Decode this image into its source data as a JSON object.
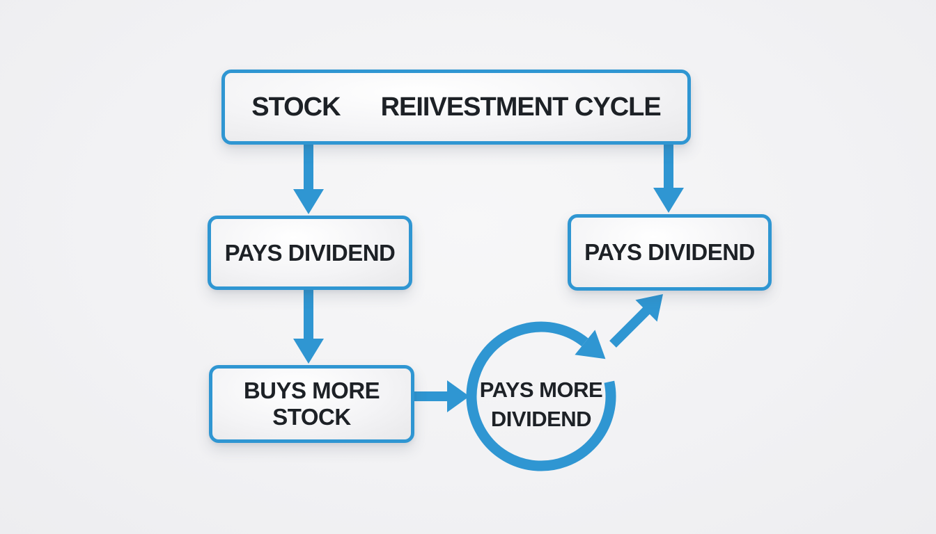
{
  "diagram": {
    "type": "flowchart",
    "nodes": {
      "title": {
        "word1": "STOCK",
        "word2": "REIIVESTMENT CYCLE",
        "shape": "rounded-box"
      },
      "pays_dividend_left": {
        "label": "PAYS DIVIDEND",
        "shape": "rounded-box"
      },
      "pays_dividend_right": {
        "label": "PAYS DIVIDEND",
        "shape": "rounded-box"
      },
      "buys_more_stock": {
        "label": "BUYS MORE STOCK",
        "shape": "rounded-box"
      },
      "pays_more_dividend": {
        "line1": "PAYS MORE",
        "line2": "DIVIDEND",
        "shape": "circular-cycle-arrow"
      }
    },
    "edges": [
      {
        "from": "title",
        "to": "pays_dividend_left",
        "type": "arrow-down"
      },
      {
        "from": "title",
        "to": "pays_dividend_right",
        "type": "arrow-down"
      },
      {
        "from": "pays_dividend_left",
        "to": "buys_more_stock",
        "type": "arrow-down"
      },
      {
        "from": "buys_more_stock",
        "to": "pays_more_dividend",
        "type": "arrow-right"
      },
      {
        "from": "pays_more_dividend",
        "to": "pays_more_dividend",
        "type": "cycle-arrow-clockwise"
      },
      {
        "from": "pays_more_dividend",
        "to": "pays_dividend_right",
        "type": "arrow-up-right"
      }
    ]
  },
  "colors": {
    "accent_blue": "#2f96d2",
    "text_dark": "#1d2126",
    "box_fill_top": "#ffffff",
    "box_fill_bottom": "#e8e8ea",
    "background_light": "#f7f7f8",
    "background_shade": "#ededf0"
  }
}
